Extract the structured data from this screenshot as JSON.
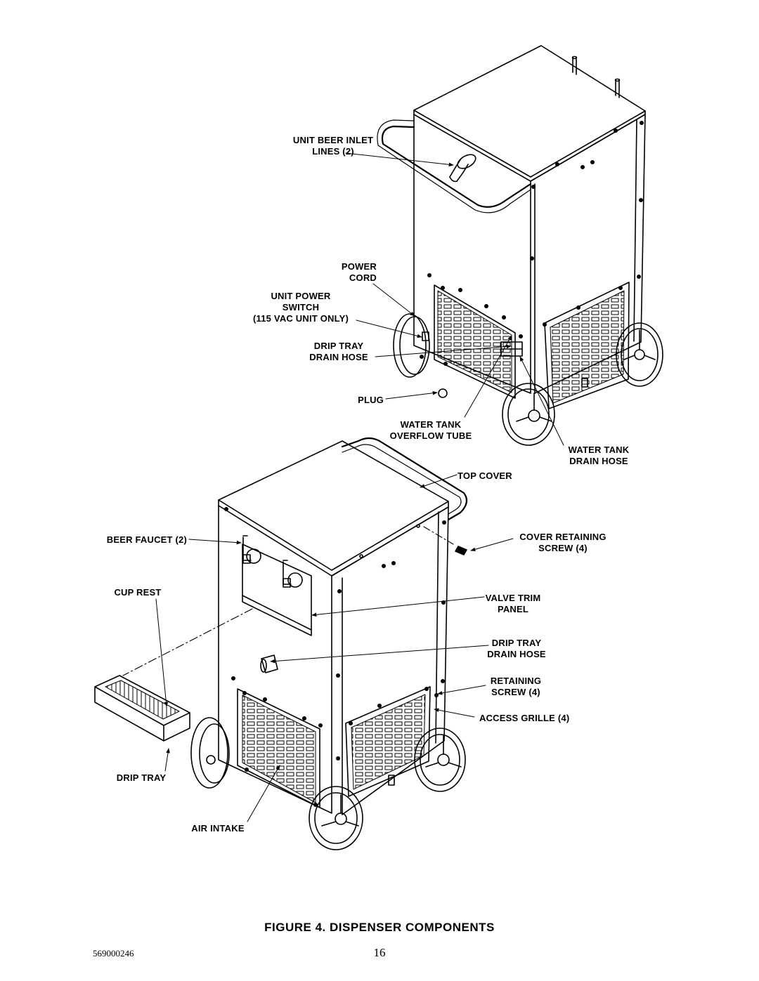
{
  "figure": {
    "title": "FIGURE 4. DISPENSER COMPONENTS"
  },
  "footer": {
    "doc_number": "569000246",
    "page_number": "16"
  },
  "labels": {
    "unit_beer_inlet": [
      "UNIT BEER INLET",
      "LINES (2)"
    ],
    "power_cord": [
      "POWER",
      "CORD"
    ],
    "unit_power_switch": [
      "UNIT POWER",
      "SWITCH",
      "(115 VAC UNIT ONLY)"
    ],
    "drip_tray_drain_hose_top": [
      "DRIP TRAY",
      "DRAIN HOSE"
    ],
    "plug": [
      "PLUG"
    ],
    "water_tank_overflow_tube": [
      "WATER TANK",
      "OVERFLOW TUBE"
    ],
    "water_tank_drain_hose": [
      "WATER TANK",
      "DRAIN HOSE"
    ],
    "top_cover": [
      "TOP COVER"
    ],
    "beer_faucet": [
      "BEER FAUCET (2)"
    ],
    "cover_retaining_screw": [
      "COVER RETAINING",
      "SCREW (4)"
    ],
    "cup_rest": [
      "CUP REST"
    ],
    "valve_trim_panel": [
      "VALVE TRIM",
      "PANEL"
    ],
    "drip_tray_drain_hose_bottom": [
      "DRIP TRAY",
      "DRAIN HOSE"
    ],
    "retaining_screw": [
      "RETAINING",
      "SCREW (4)"
    ],
    "access_grille": [
      "ACCESS GRILLE (4)"
    ],
    "drip_tray": [
      "DRIP TRAY"
    ],
    "air_intake": [
      "AIR INTAKE"
    ]
  },
  "colors": {
    "ink": "#000000",
    "paper": "#ffffff"
  }
}
